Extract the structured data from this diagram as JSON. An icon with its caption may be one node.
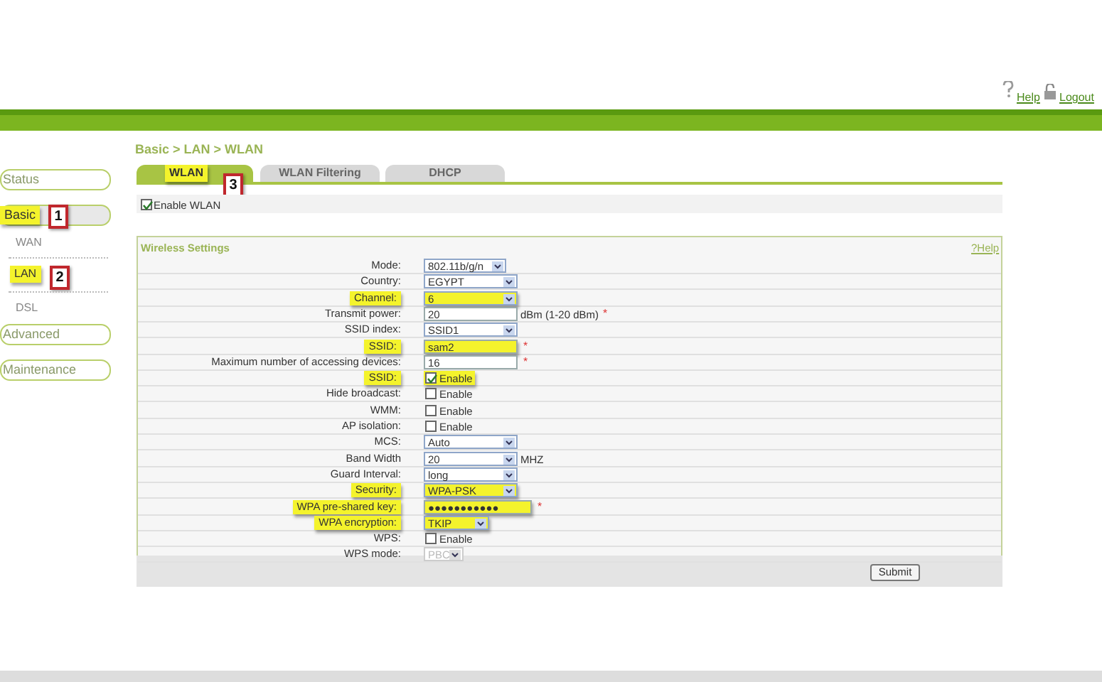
{
  "diagram": {
    "labels": [
      "Help",
      "Logout",
      "Basic > LAN > WLAN",
      "WLAN",
      "WLAN Filtering",
      "DHCP",
      "3",
      "Status",
      "Enable WLAN",
      "Basic",
      "1",
      "WAN",
      "LAN",
      "2",
      "DSL",
      "Advanced",
      "Maintenance",
      "Wireless Settings",
      "?Help",
      "Mode:",
      "802.11b/g/n",
      "Country:",
      "EGYPT",
      "Channel:",
      "6",
      "Transmit power:",
      "20",
      "dBm (1-20 dBm)",
      "*",
      "SSID index:",
      "SSID1",
      "SSID:",
      "sam2",
      "*",
      "Maximum number of accessing devices:",
      "16",
      "*",
      "SSID:",
      "Enable",
      "Hide broadcast:",
      "Enable",
      "WMM:",
      "Enable",
      "AP isolation:",
      "Enable",
      "MCS:",
      "Auto",
      "Band Width",
      "20",
      "MHZ",
      "Guard Interval:",
      "long",
      "Security:",
      "WPA-PSK",
      "WPA pre-shared key:",
      "●●●●●●●●●●●",
      "*",
      "WPA encryption:",
      "TKIP",
      "WPS:",
      "Enable",
      "WPS mode:",
      "PBC",
      "Submit"
    ]
  }
}
